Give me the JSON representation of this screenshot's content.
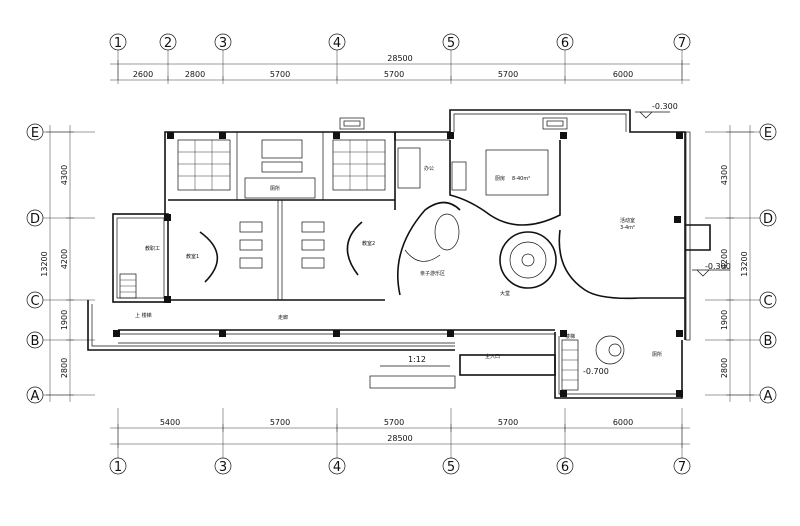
{
  "grid": {
    "top_labels": [
      "1",
      "2",
      "3",
      "4",
      "5",
      "6",
      "7"
    ],
    "bottom_labels": [
      "1",
      "3",
      "4",
      "5",
      "6",
      "7"
    ],
    "row_labels": [
      "E",
      "D",
      "C",
      "B",
      "A"
    ]
  },
  "dimensions": {
    "top_total": "28500",
    "top_segments": [
      "2600",
      "2800",
      "5700",
      "5700",
      "5700",
      "6000"
    ],
    "bottom_total": "28500",
    "bottom_segments": [
      "5400",
      "5700",
      "5700",
      "5700",
      "6000"
    ],
    "left_segments": [
      "4300",
      "4200",
      "1900",
      "2800"
    ],
    "left_total": "13200",
    "right_segments": [
      "4300",
      "4200",
      "1900",
      "2800"
    ],
    "right_total": "13200"
  },
  "levels": {
    "top": "-0.300",
    "right": "-0.300",
    "stair": "-0.700"
  },
  "labels": {
    "ramp": "1:12",
    "main_entrance": "主入口",
    "corridor": "走廊",
    "hall": "大堂",
    "kitchen": "厨房",
    "kitchen_area": "8-40m²",
    "staff_room": "教职工",
    "upstair": "上 楼梯",
    "parents_area": "亲子游乐区",
    "toilet": "厕所",
    "classroom1": "教室1",
    "classroom2": "教室2",
    "activity": "活动室",
    "staircase": "楼梯",
    "office": "办公",
    "area_small": "3-4m²"
  }
}
